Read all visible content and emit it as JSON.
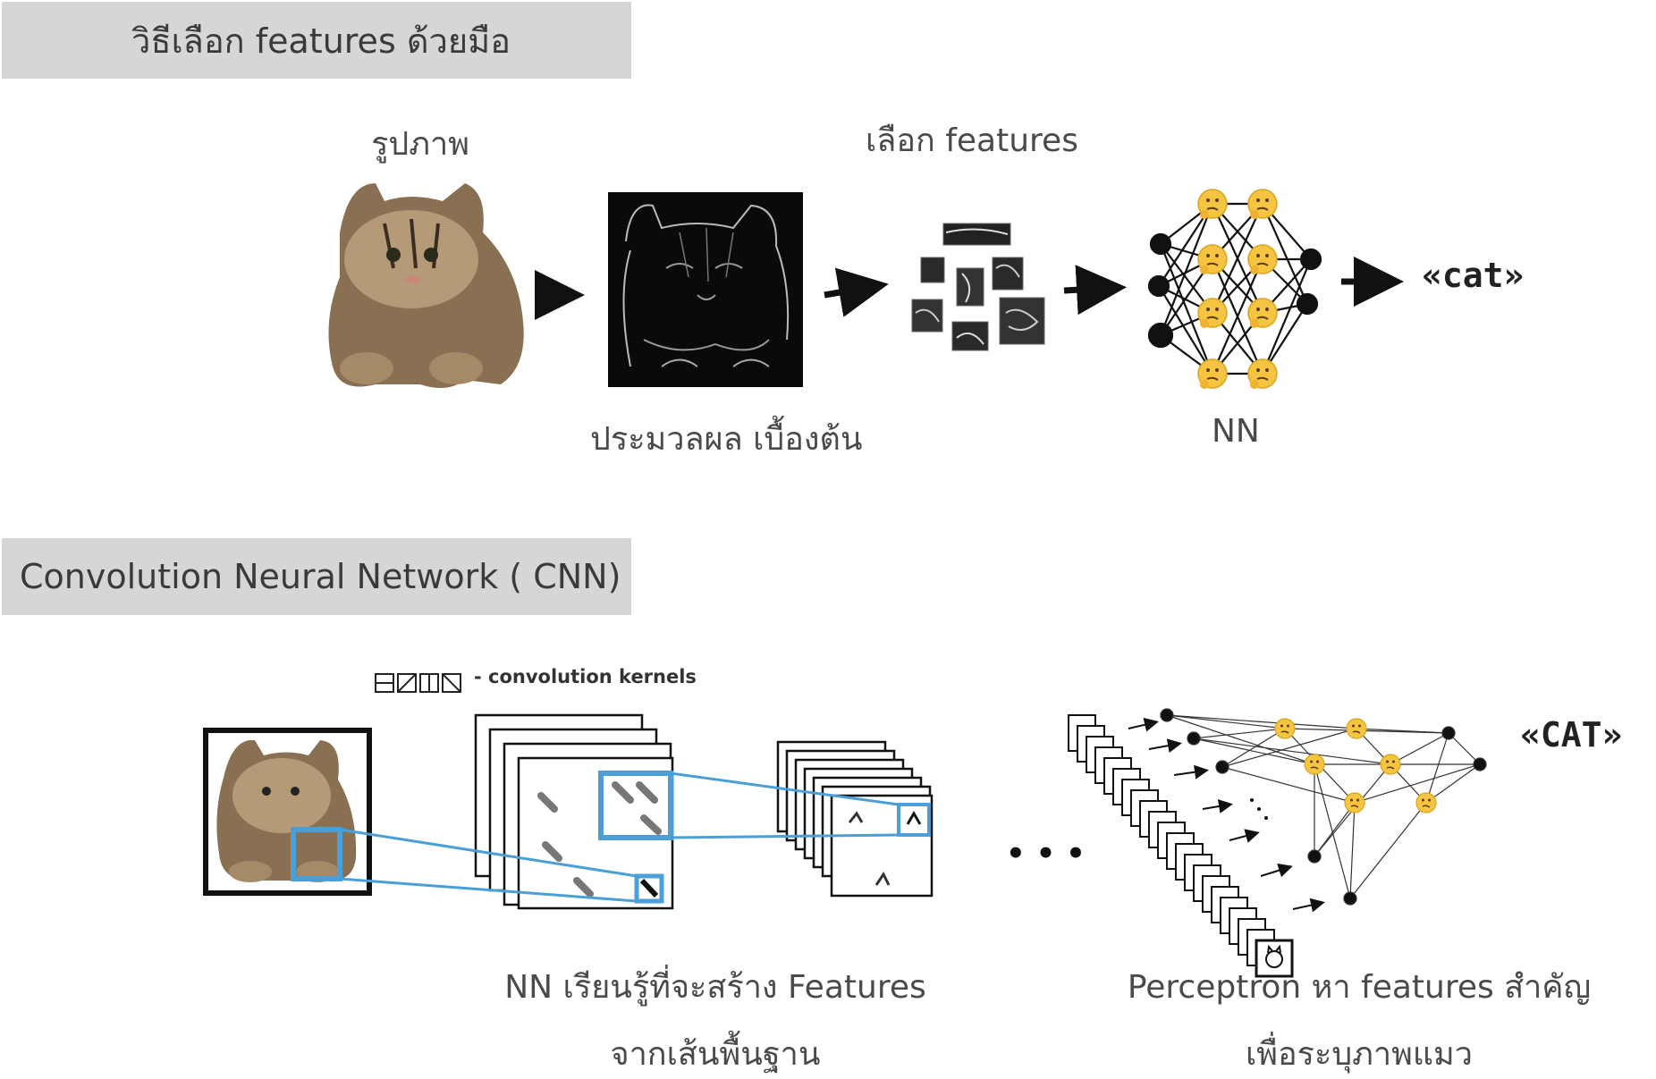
{
  "section1": {
    "banner": "วิธีเลือก features ด้วยมือ",
    "image_label": "รูปภาพ",
    "select_label": "เลือก features",
    "preprocess_label": "ประมวลผล เบื้องต้น",
    "nn_label": "NN",
    "output": "«cat»"
  },
  "section2": {
    "banner": "Convolution Neural Network ( CNN)",
    "kernels_label": "- convolution kernels",
    "ellipsis": "• • •",
    "output": "«CAT»",
    "caption_left_1": "NN เรียนรู้ที่จะสร้าง Features",
    "caption_left_2": "จากเส้นพื้นฐาน",
    "caption_right_1": "Perceptron หา features สำคัญ",
    "caption_right_2": "เพื่อระบุภาพแมว"
  },
  "colors": {
    "banner": "#d6d6d6",
    "highlight": "#4a9fd8",
    "emoji": "#f5c542"
  },
  "icons": [
    "cat-photo",
    "edge-map",
    "feature-patches",
    "neural-network",
    "thinking-emoji",
    "arrow-right"
  ]
}
